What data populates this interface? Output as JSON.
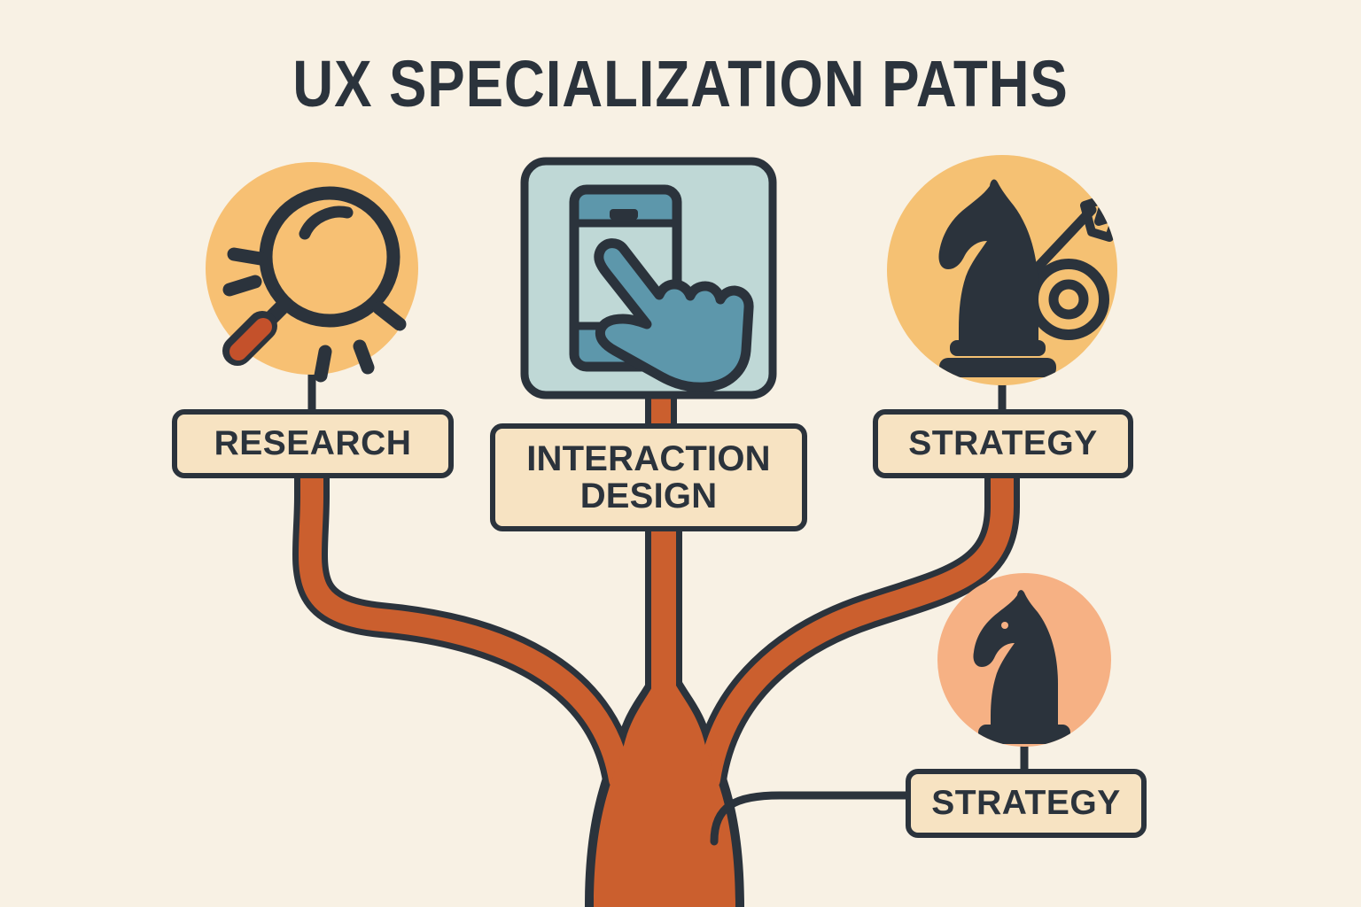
{
  "page": {
    "title": "UX SPECIALIZATION PATHS",
    "background_color": "#f8f1e4",
    "ink_color": "#2b333c",
    "trunk_color": "#cb5f2e",
    "label_fill": "#f7e3c2"
  },
  "nodes": [
    {
      "id": "research",
      "label": "RESEARCH",
      "icon": "magnifying-glass-icon",
      "badge_shape": "circle",
      "badge_color": "#f7c073"
    },
    {
      "id": "interaction-design",
      "label_line1": "INTERACTION",
      "label_line2": "DESIGN",
      "icon": "touch-phone-icon",
      "badge_shape": "rounded-square",
      "badge_color": "#bfd8d6",
      "icon_accent_color": "#5d97ab"
    },
    {
      "id": "strategy-top",
      "label": "STRATEGY",
      "icon": "chess-knight-target-icon",
      "badge_shape": "circle",
      "badge_color": "#f5c173"
    },
    {
      "id": "strategy-bottom",
      "label": "STRATEGY",
      "icon": "chess-knight-icon",
      "badge_shape": "circle",
      "badge_color": "#f6b184"
    }
  ]
}
